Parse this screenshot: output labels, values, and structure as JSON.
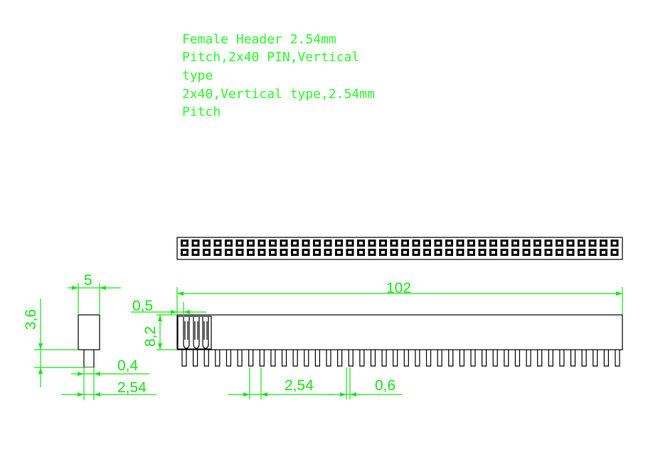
{
  "description": {
    "lines": [
      "Female Header 2.54mm",
      "Pitch,2x40 PIN,Vertical",
      "type",
      "2x40,Vertical type,2.54mm",
      "Pitch"
    ]
  },
  "header": {
    "rows": 2,
    "columns": 40
  },
  "dimensions": {
    "side_width": "5",
    "side_height": "3,6",
    "pin_thickness": "0,4",
    "side_pitch": "2,54",
    "overall_length": "102",
    "offset": "0,5",
    "body_height": "8,2",
    "pitch": "2,54",
    "pin_width": "0,6"
  },
  "colors": {
    "dimension": "#19e619",
    "outline": "#000000",
    "background": "#ffffff"
  }
}
